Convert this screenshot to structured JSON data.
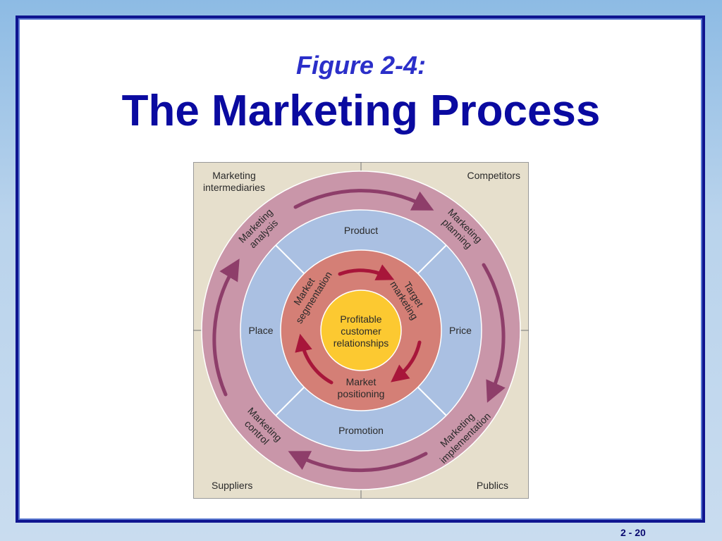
{
  "slide": {
    "subtitle": "Figure 2-4:",
    "title": "The Marketing Process",
    "page_number": "2 - 20"
  },
  "diagram": {
    "corners": {
      "top_left": [
        "Marketing",
        "intermediaries"
      ],
      "top_right": "Competitors",
      "bottom_left": "Suppliers",
      "bottom_right": "Publics"
    },
    "outer_ring": {
      "analysis": [
        "Marketing",
        "analysis"
      ],
      "planning": [
        "Marketing",
        "planning"
      ],
      "implementation": [
        "Marketing",
        "implementation"
      ],
      "control": [
        "Marketing",
        "control"
      ]
    },
    "middle_ring": {
      "product": "Product",
      "price": "Price",
      "promotion": "Promotion",
      "place": "Place"
    },
    "inner_ring": {
      "segmentation": [
        "Market",
        "segmentation"
      ],
      "targeting": [
        "Target",
        "marketing"
      ],
      "positioning": [
        "Market",
        "positioning"
      ]
    },
    "center": [
      "Profitable",
      "customer",
      "relationships"
    ],
    "colors": {
      "background": "#e6dfcc",
      "outer_ring": "#c996a9",
      "outer_arrow": "#8e3e6a",
      "middle_ring": "#aac0e2",
      "inner_ring": "#d47f76",
      "inner_arrow": "#a8163a",
      "center": "#fcc931"
    }
  }
}
